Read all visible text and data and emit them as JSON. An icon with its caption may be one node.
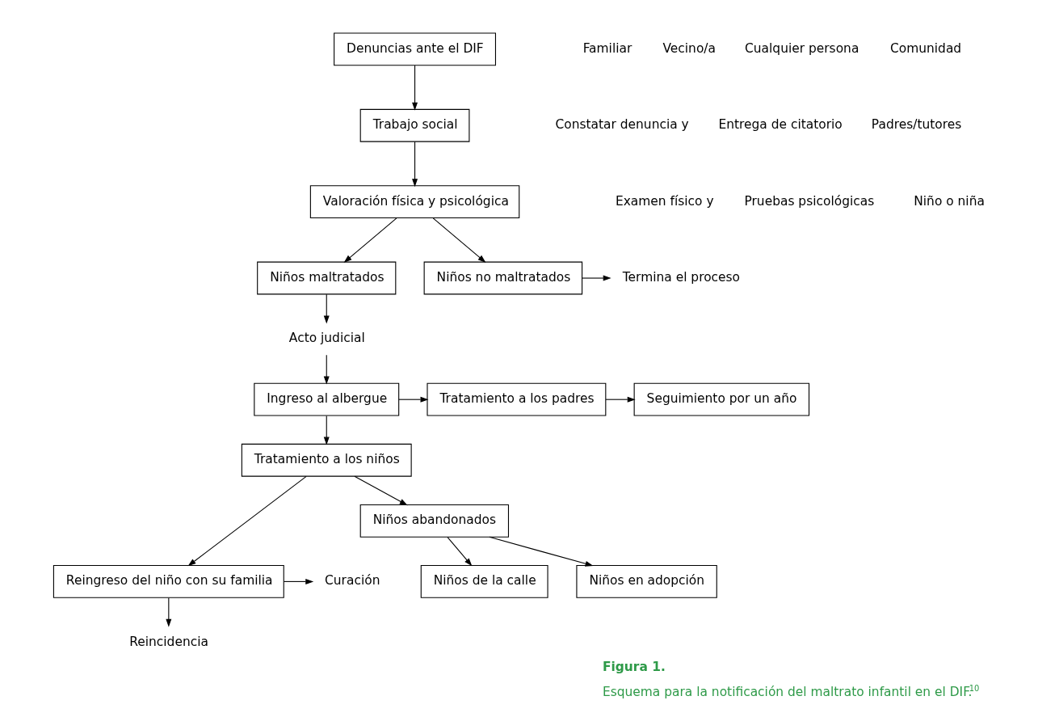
{
  "diagram": {
    "title": "Figura 1.",
    "caption": "Esquema para la notificación del maltrato infantil en el DIF.$^{10}$",
    "nodes": [
      {
        "text": [
          "Denuncias ante el DIF"
        ]
      },
      {
        "text": [
          "Trabajo social"
        ]
      },
      {
        "text": [
          "Valoración física y psicológica"
        ]
      },
      {
        "text": [
          "Niños maltratados"
        ]
      },
      {
        "text": [
          "Niños no maltratados"
        ]
      },
      {
        "text": [
          "Termina el proceso"
        ]
      },
      {
        "text": [
          "Acto judicial"
        ]
      },
      {
        "text": [
          "Ingreso al albergue"
        ]
      },
      {
        "text": [
          "Tratamiento a los padres"
        ]
      },
      {
        "text": [
          "Seguimiento por un año"
        ]
      },
      {
        "text": [
          "Tratamiento a los niños"
        ]
      },
      {
        "text": [
          "Niños abandonados"
        ]
      },
      {
        "text": [
          "Reingreso del niño con su familia"
        ]
      },
      {
        "text": [
          "Curación"
        ]
      },
      {
        "text": [
          "Reincidencia"
        ]
      },
      {
        "text": [
          "Niños de la calle"
        ]
      },
      {
        "text": [
          "Niños en adopción"
        ]
      }
    ],
    "edges": [
      {
        "from": 0,
        "to": 1,
        "arrow": "to"
      },
      {
        "from": 1,
        "to": 2,
        "arrow": "to"
      },
      {
        "from": 2,
        "to": 3,
        "arrow": "to"
      },
      {
        "from": 2,
        "to": 4,
        "arrow": "to"
      },
      {
        "from": 4,
        "to": 5,
        "arrow": "to"
      },
      {
        "from": 3,
        "to": 6,
        "arrow": "to"
      },
      {
        "from": 6,
        "to": 7,
        "arrow": "to"
      },
      {
        "from": 7,
        "to": 8,
        "arrow": "to"
      },
      {
        "from": 8,
        "to": 9,
        "arrow": "to"
      },
      {
        "from": 7,
        "to": 10,
        "arrow": "to"
      },
      {
        "from": 10,
        "to": 11,
        "arrow": "to"
      },
      {
        "from": 10,
        "to": 12,
        "arrow": "to"
      },
      {
        "from": 12,
        "to": 13,
        "arrow": "to"
      },
      {
        "from": 12,
        "to": 14,
        "arrow": "to"
      },
      {
        "from": 11,
        "to": 16,
        "arrow": "to"
      },
      {
        "from": 11,
        "to": 15,
        "arrow": "to"
      }
    ],
    "labels": [
      "Familiar",
      "Vecino/a",
      "Cualquier persona",
      "Comunidad",
      "Constatar denuncia y",
      "Entrega de citatorio",
      "Padres/tutores",
      "Examen físico y",
      "Pruebas psicológicas",
      "Niño o niña"
    ]
  }
}
